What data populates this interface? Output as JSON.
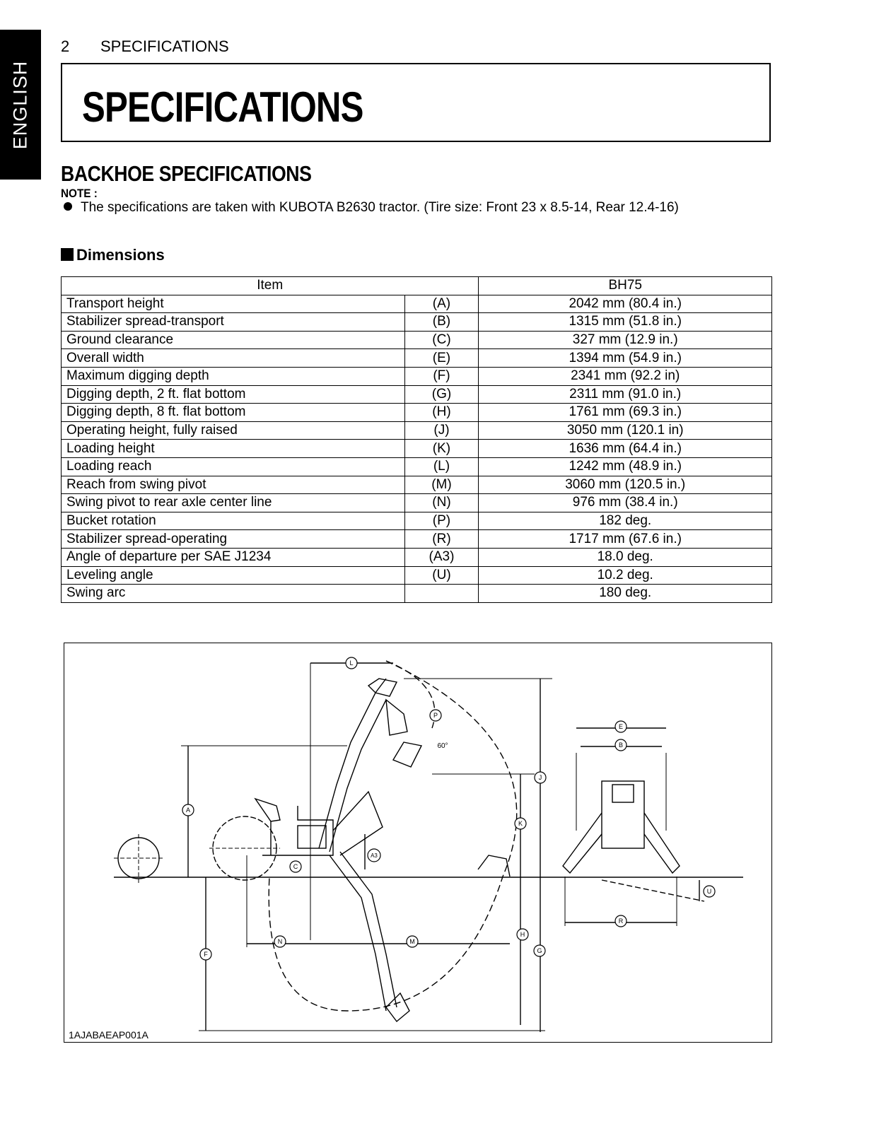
{
  "side_tab": "ENGLISH",
  "header": {
    "page_number": "2",
    "section": "SPECIFICATIONS"
  },
  "title": "SPECIFICATIONS",
  "section_title": "BACKHOE SPECIFICATIONS",
  "note": {
    "label": "NOTE :",
    "text": "The specifications are taken with KUBOTA B2630 tractor. (Tire size: Front 23 x 8.5-14, Rear 12.4-16)"
  },
  "dimensions": {
    "heading": "Dimensions",
    "columns": {
      "item": "Item",
      "model": "BH75"
    },
    "rows": [
      {
        "item": "Transport height",
        "code": "(A)",
        "value": "2042 mm (80.4 in.)"
      },
      {
        "item": "Stabilizer spread-transport",
        "code": "(B)",
        "value": "1315 mm (51.8 in.)"
      },
      {
        "item": "Ground clearance",
        "code": "(C)",
        "value": "327 mm (12.9 in.)"
      },
      {
        "item": "Overall width",
        "code": "(E)",
        "value": "1394 mm (54.9 in.)"
      },
      {
        "item": "Maximum digging depth",
        "code": "(F)",
        "value": "2341 mm (92.2 in)"
      },
      {
        "item": "Digging depth, 2 ft. flat bottom",
        "code": "(G)",
        "value": "2311 mm (91.0 in.)"
      },
      {
        "item": "Digging depth, 8 ft. flat bottom",
        "code": "(H)",
        "value": "1761 mm (69.3 in.)"
      },
      {
        "item": "Operating height, fully raised",
        "code": "(J)",
        "value": "3050 mm (120.1 in)"
      },
      {
        "item": "Loading height",
        "code": "(K)",
        "value": "1636 mm (64.4 in.)"
      },
      {
        "item": "Loading reach",
        "code": "(L)",
        "value": "1242 mm (48.9 in.)"
      },
      {
        "item": "Reach from swing pivot",
        "code": "(M)",
        "value": "3060 mm (120.5 in.)"
      },
      {
        "item": "Swing pivot to rear axle center line",
        "code": "(N)",
        "value": "976 mm (38.4 in.)"
      },
      {
        "item": "Bucket rotation",
        "code": "(P)",
        "value": "182 deg."
      },
      {
        "item": "Stabilizer spread-operating",
        "code": "(R)",
        "value": "1717 mm (67.6 in.)"
      },
      {
        "item": "Angle of departure per SAE J1234",
        "code": "(A3)",
        "value": "18.0 deg."
      },
      {
        "item": "Leveling angle",
        "code": "(U)",
        "value": "10.2 deg."
      },
      {
        "item": "Swing arc",
        "code": "",
        "value": "180 deg."
      }
    ]
  },
  "diagram": {
    "figure_code": "1AJABAEAP001A",
    "labels": {
      "L": "L",
      "P": "P",
      "angle": "60°",
      "A": "A",
      "J": "J",
      "K": "K",
      "C": "C",
      "A3": "A3",
      "F": "F",
      "N": "N",
      "M": "M",
      "H": "H",
      "G": "G",
      "E": "E",
      "B": "B",
      "U": "U",
      "R": "R"
    }
  }
}
